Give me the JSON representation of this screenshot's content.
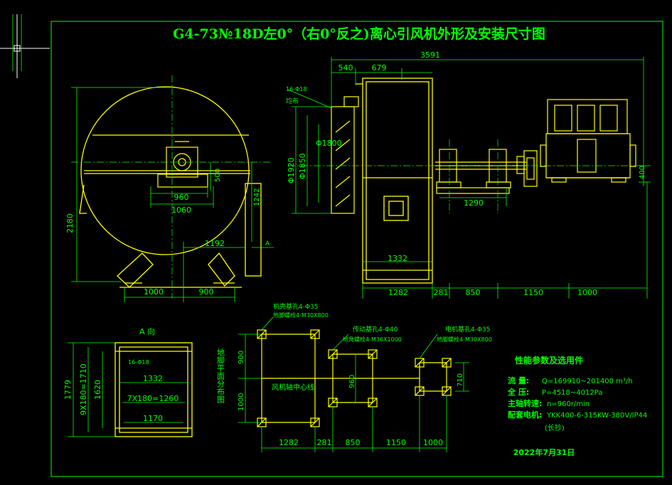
{
  "title": "G4-73№18D左0°（右0°反之)离心引风机外形及安装尺寸图",
  "colors": {
    "background": "#000000",
    "line_green": "#00ff00",
    "structure_yellow": "#ffff00",
    "text_green": "#00ff00",
    "cursor_white": "#ffffff",
    "grid_gray": "#444444"
  },
  "side_view": {
    "dims": {
      "d960": "960",
      "d1060": "1060",
      "d500": "500",
      "d1242": "1242",
      "d2180": "2180",
      "d1192": "1192",
      "d1000": "1000",
      "d900": "900"
    },
    "section_mark": "A"
  },
  "front_view": {
    "dims": {
      "d3591": "3591",
      "d540": "540",
      "d679": "679",
      "d1920": "Φ1920",
      "d1800": "Φ1800",
      "d1850": "Φ1850",
      "d1290": "1290",
      "d1332": "1332",
      "d400": "400",
      "d1282": "1282",
      "d281": "281",
      "d850": "850",
      "d1150": "1150",
      "d1000": "1000"
    },
    "note_holes": "16-Φ18",
    "note_even": "均布"
  },
  "a_view": {
    "label": "A 向",
    "note": "16-Φ18",
    "d1332": "1332",
    "d7x180": "7X180=1260",
    "d1170": "1170",
    "d1779": "1779",
    "d9x180": "9X180=1710",
    "d1620": "1620"
  },
  "foundation": {
    "side_label": "地脚平面分布图",
    "center_line": "风机轴中心线",
    "casing_hole": "机壳基孔4-Φ35",
    "casing_bolt": "地脚螺栓4-M30X800",
    "drive_hole": "传动基孔4-Φ40",
    "drive_bolt": "地角螺栓4-M36X1000",
    "motor_hole": "电机基孔4-Φ35",
    "motor_bolt": "地脚螺栓4-M30X800",
    "d900": "900",
    "d1000": "1000",
    "d960": "960",
    "d710": "710",
    "bottom_dims": [
      "1282",
      "281",
      "850",
      "1150",
      "1000"
    ]
  },
  "params": {
    "heading": "性能参数及选用件",
    "flow_label": "流  量:",
    "flow_value": "Q=169910~201400 m³/h",
    "pressure_label": "全  压:",
    "pressure_value": "P=4518~4012Pa",
    "speed_label": "主轴转速:",
    "speed_value": "n=960r/min",
    "motor_label": "配套电机:",
    "motor_value": "YKK400-6-315KW-380V/IP44",
    "motor_note": "(长抄)"
  },
  "date": "2022年7月31日"
}
